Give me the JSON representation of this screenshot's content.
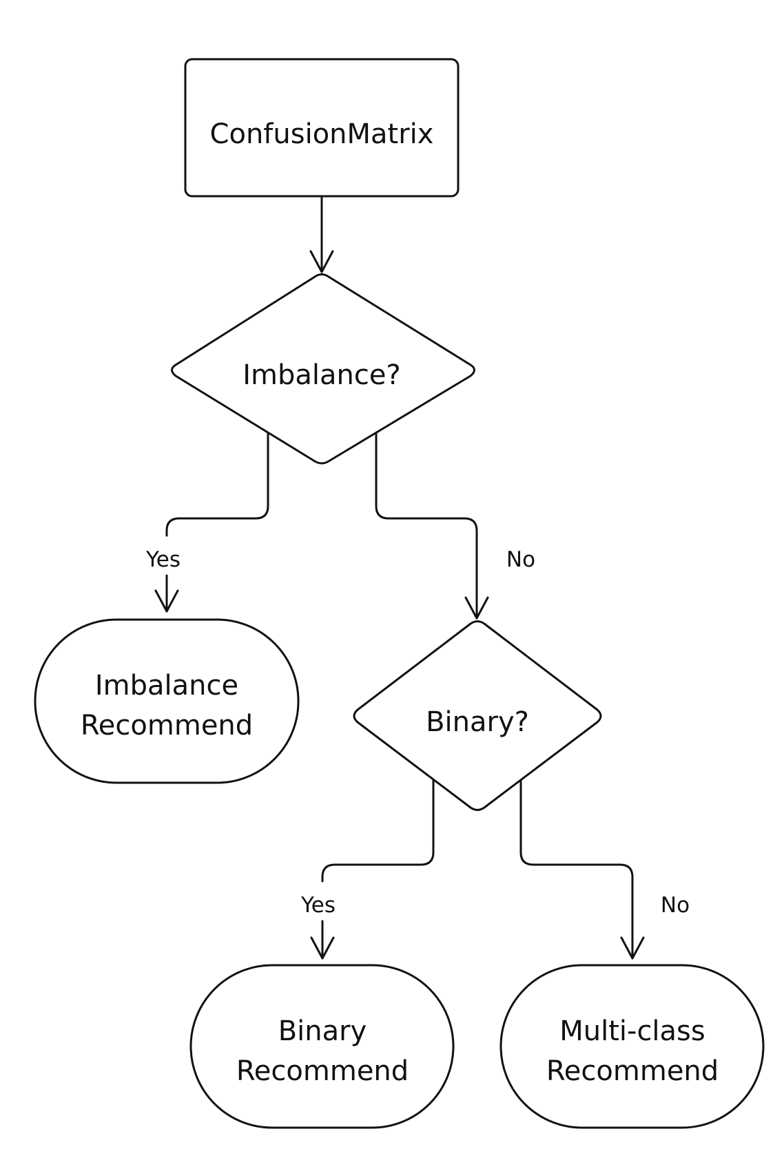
{
  "diagram": {
    "nodes": {
      "start": {
        "label": "ConfusionMatrix",
        "shape": "rectangle"
      },
      "imbalance_check": {
        "label": "Imbalance?",
        "shape": "diamond"
      },
      "imbalance_recommend": {
        "label_line1": "Imbalance",
        "label_line2": "Recommend",
        "shape": "stadium"
      },
      "binary_check": {
        "label": "Binary?",
        "shape": "diamond"
      },
      "binary_recommend": {
        "label_line1": "Binary",
        "label_line2": "Recommend",
        "shape": "stadium"
      },
      "multiclass_recommend": {
        "label_line1": "Multi-class",
        "label_line2": "Recommend",
        "shape": "stadium"
      }
    },
    "edges": {
      "imbalance_yes": {
        "label": "Yes",
        "from": "imbalance_check",
        "to": "imbalance_recommend"
      },
      "imbalance_no": {
        "label": "No",
        "from": "imbalance_check",
        "to": "binary_check"
      },
      "binary_yes": {
        "label": "Yes",
        "from": "binary_check",
        "to": "binary_recommend"
      },
      "binary_no": {
        "label": "No",
        "from": "binary_check",
        "to": "multiclass_recommend"
      }
    },
    "colors": {
      "stroke": "#111111",
      "fill": "#ffffff",
      "text": "#111111"
    }
  }
}
